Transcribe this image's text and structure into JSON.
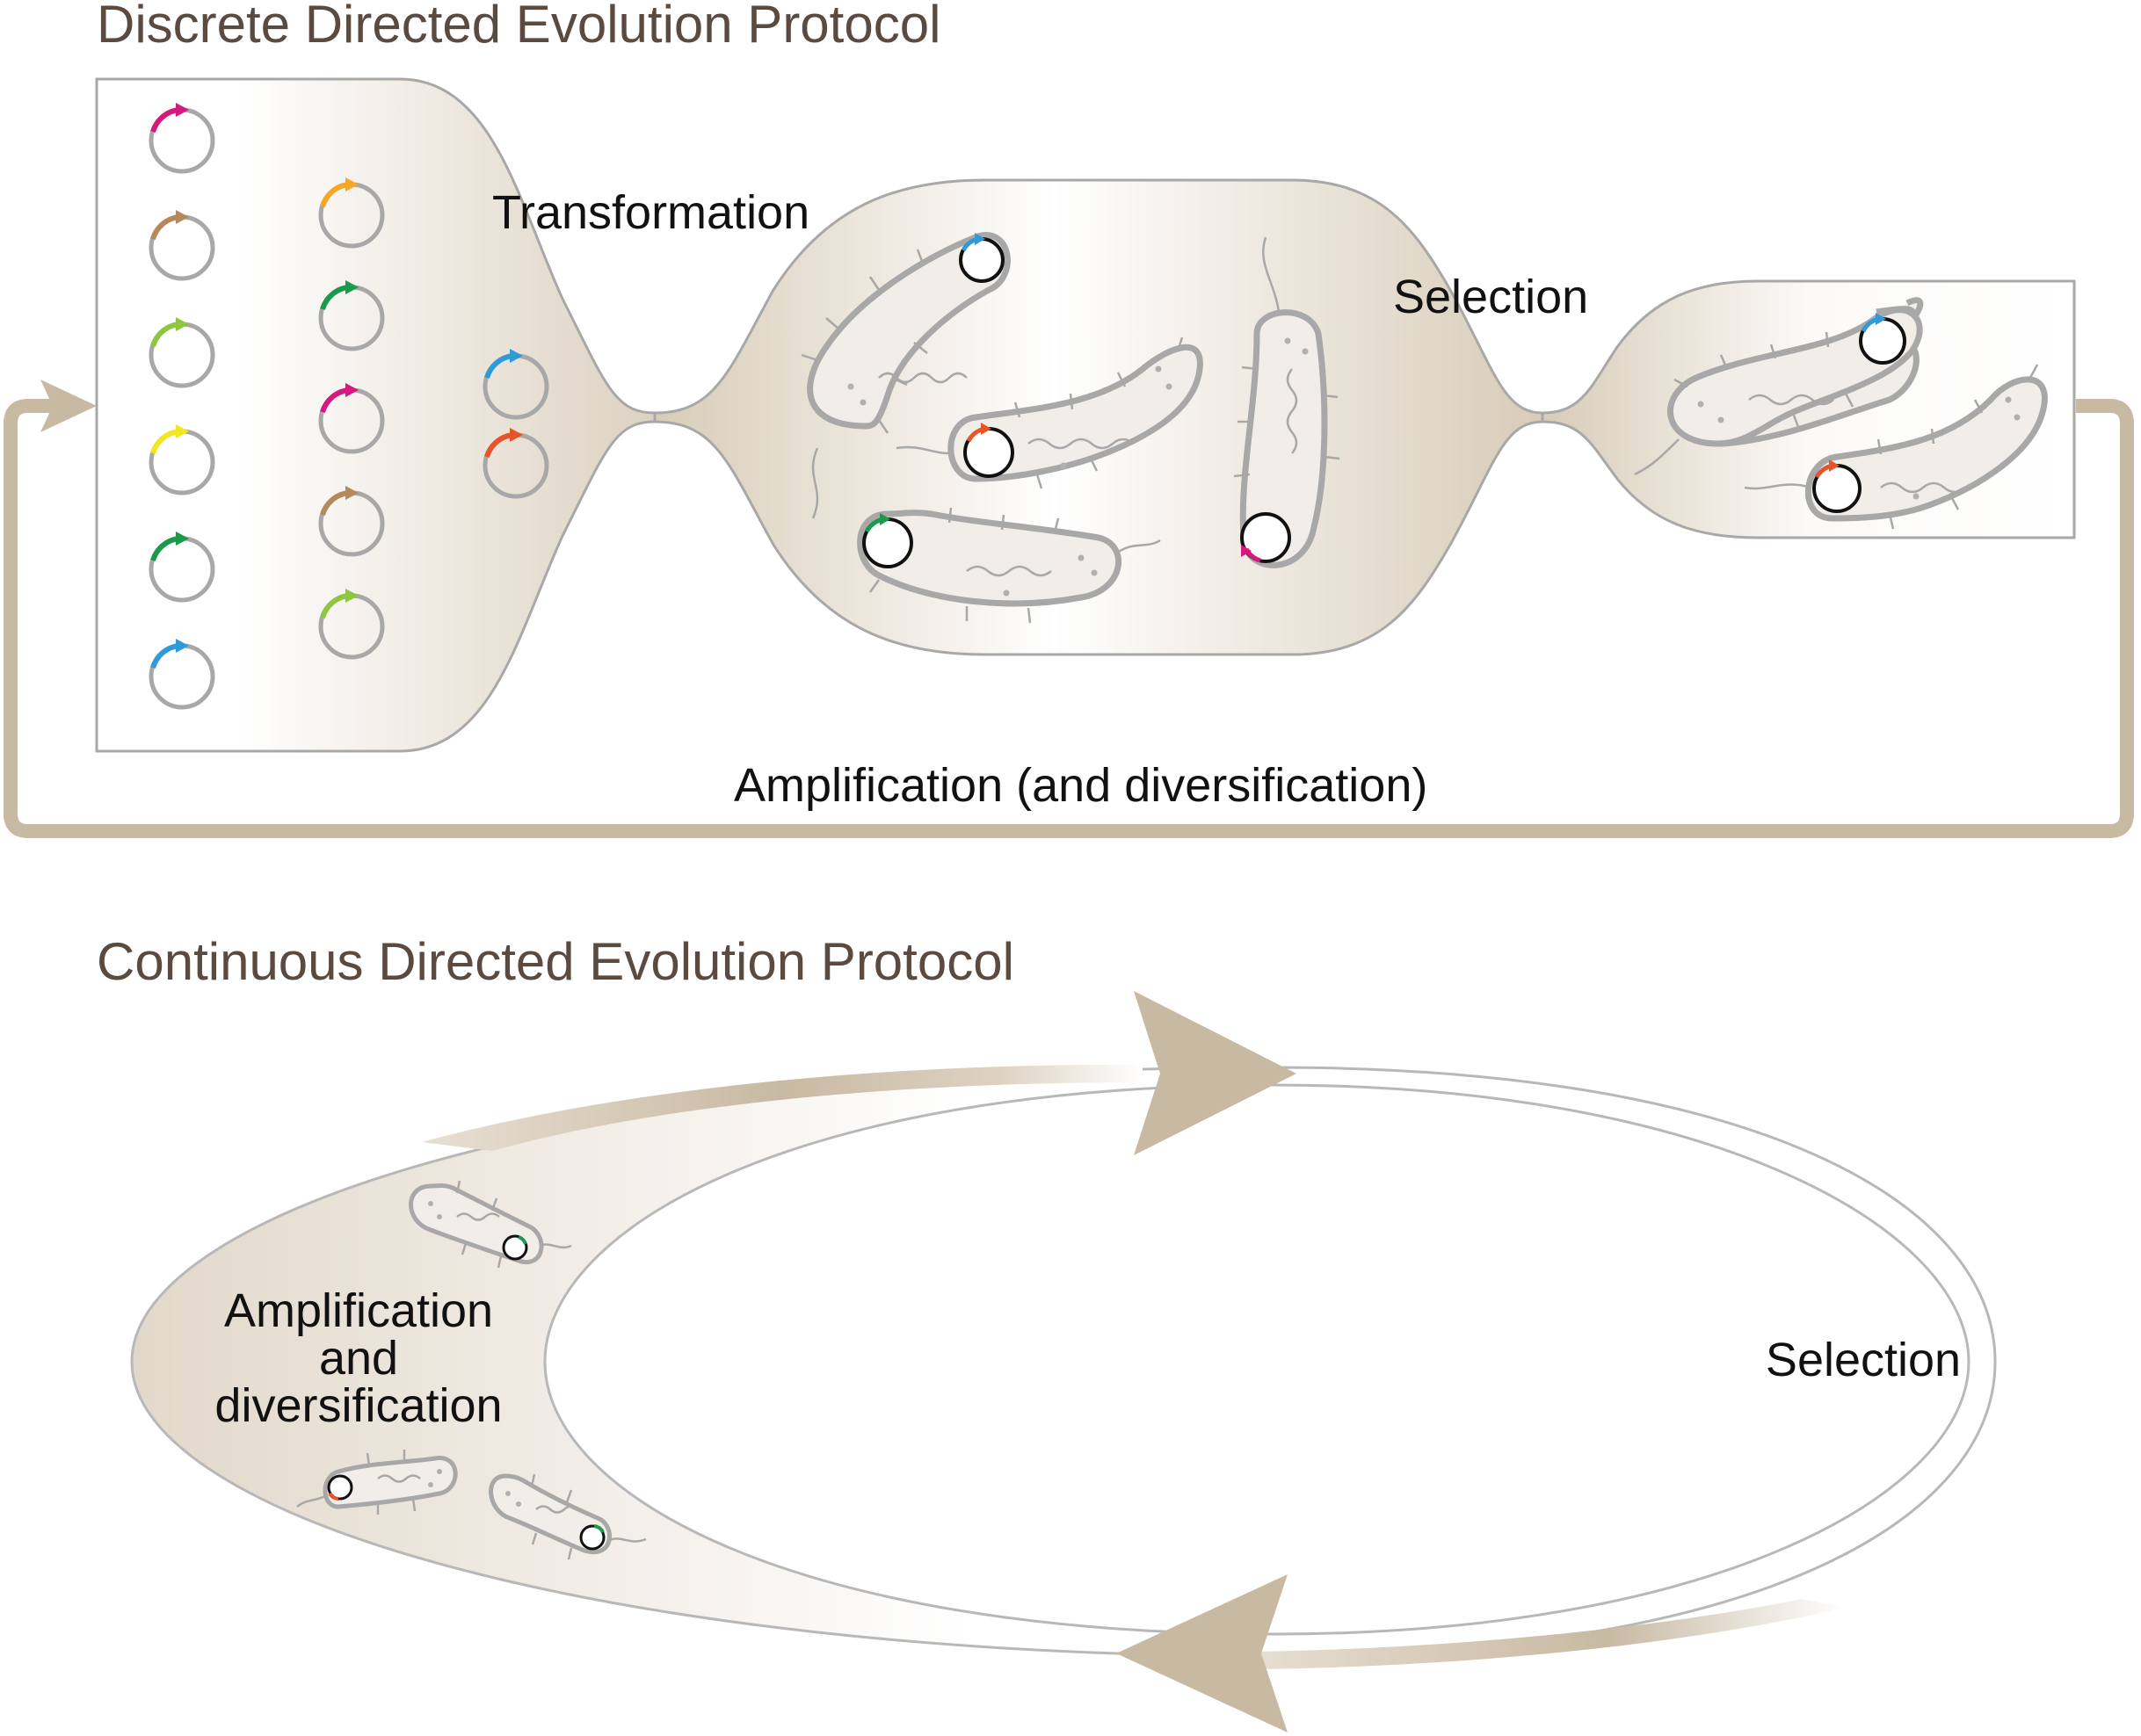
{
  "discrete": {
    "title": "Discrete Directed Evolution Protocol",
    "labels": {
      "transformation": "Transformation",
      "selection": "Selection",
      "amplification": "Amplification (and diversification)"
    }
  },
  "continuous": {
    "title": "Continuous Directed Evolution Protocol",
    "labels": {
      "amp_line1": "Amplification",
      "amp_line2": "and",
      "amp_line3": "diversification",
      "selection": "Selection"
    }
  },
  "colors": {
    "title_text": "#5b4a3f",
    "tan": "#c8b9a2",
    "tan_light": "#f4f1ec",
    "outline_gray": "#a8a8a8",
    "magenta": "#d6197f",
    "brown": "#b48a5a",
    "yellow_green": "#8dc63f",
    "yellow": "#f2e61e",
    "green": "#1a9a4a",
    "blue": "#2e9ad8",
    "orange": "#f5a623",
    "red_orange": "#e8542a"
  }
}
